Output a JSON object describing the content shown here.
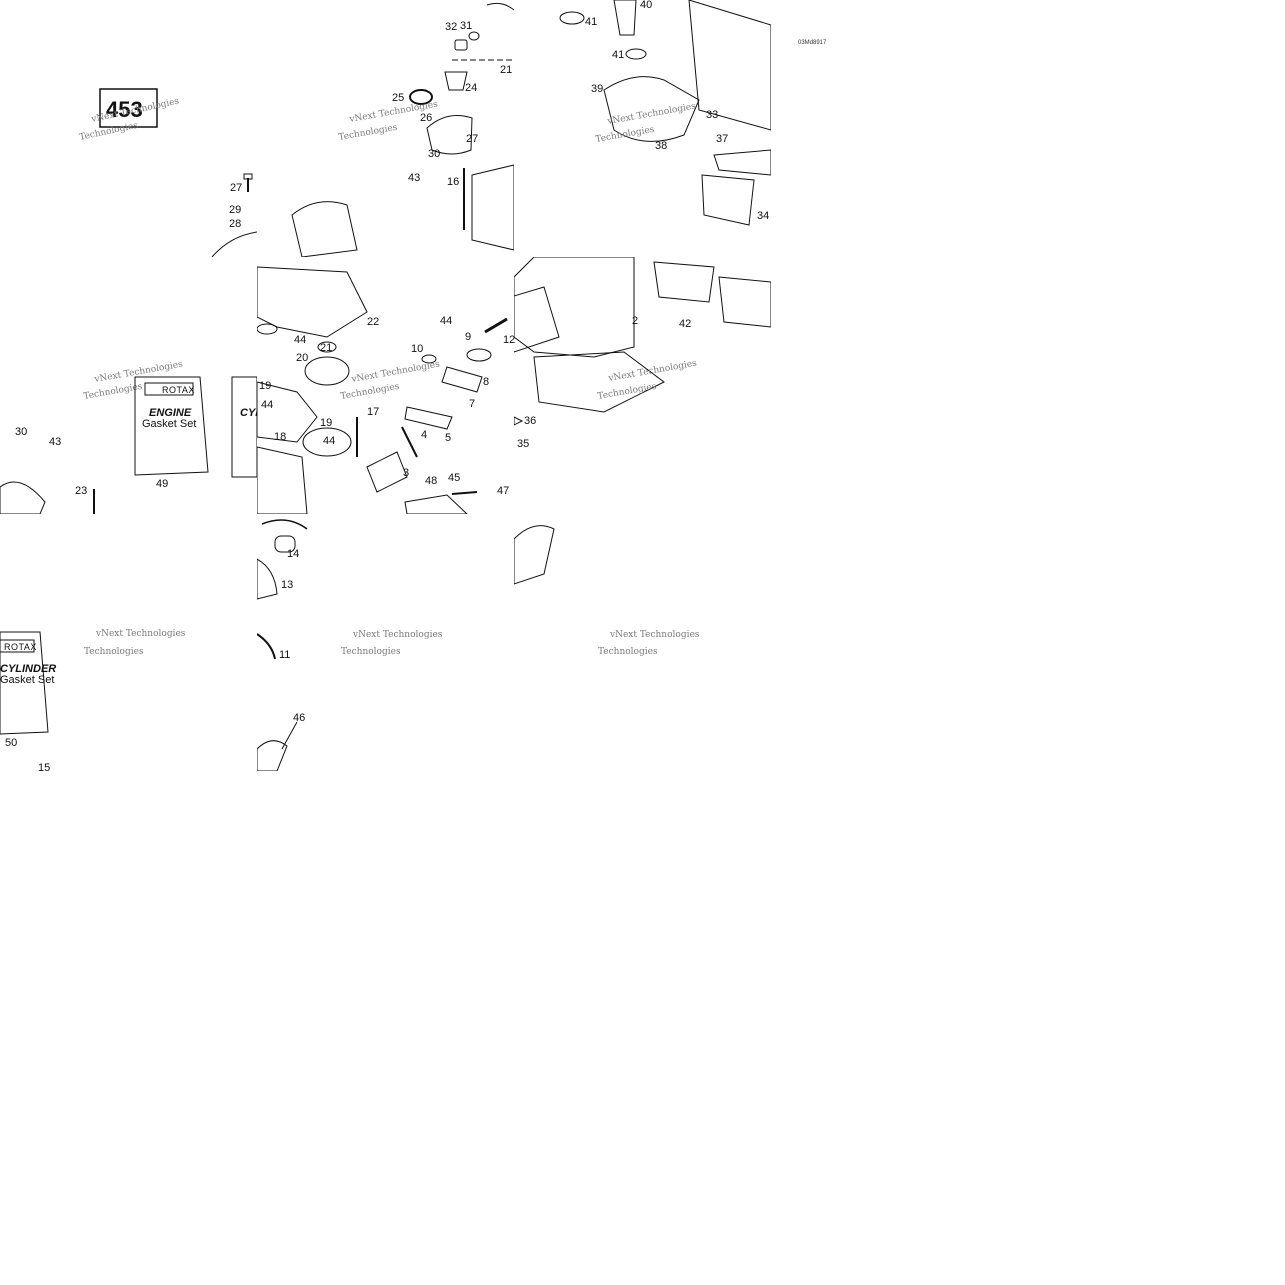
{
  "diagram_number": "453",
  "reference_code": "03Md8917",
  "brand": "ROTAX",
  "watermark": {
    "line1": "vNext Technologies",
    "line2": "Technologies"
  },
  "kit_boxes": [
    {
      "id": "engine-kit",
      "title": "ENGINE",
      "subtitle": "Gasket Set",
      "callout": "49"
    },
    {
      "id": "cylinder-kit",
      "title": "CYLINDER",
      "subtitle": "Gasket Set",
      "callout": "50"
    }
  ],
  "callouts": {
    "c2": "2",
    "c3": "3",
    "c4": "4",
    "c5": "5",
    "c7": "7",
    "c8": "8",
    "c9": "9",
    "c10": "10",
    "c11": "11",
    "c12": "12",
    "c13": "13",
    "c14": "14",
    "c15": "15",
    "c16": "16",
    "c17": "17",
    "c18": "18",
    "c19a": "19",
    "c19b": "19",
    "c20": "20",
    "c21a": "21",
    "c21b": "21",
    "c22": "22",
    "c23": "23",
    "c24": "24",
    "c25": "25",
    "c26": "26",
    "c27a": "27",
    "c27b": "27",
    "c28": "28",
    "c29": "29",
    "c30a": "30",
    "c30b": "30",
    "c31": "31",
    "c32": "32",
    "c33": "33",
    "c34": "34",
    "c35": "35",
    "c36": "36",
    "c37": "37",
    "c38": "38",
    "c39": "39",
    "c40": "40",
    "c41a": "41",
    "c41b": "41",
    "c42": "42",
    "c43a": "43",
    "c43b": "43",
    "c44a": "44",
    "c44b": "44",
    "c44c": "44",
    "c44d": "44",
    "c45": "45",
    "c46": "46",
    "c47": "47",
    "c48": "48"
  }
}
